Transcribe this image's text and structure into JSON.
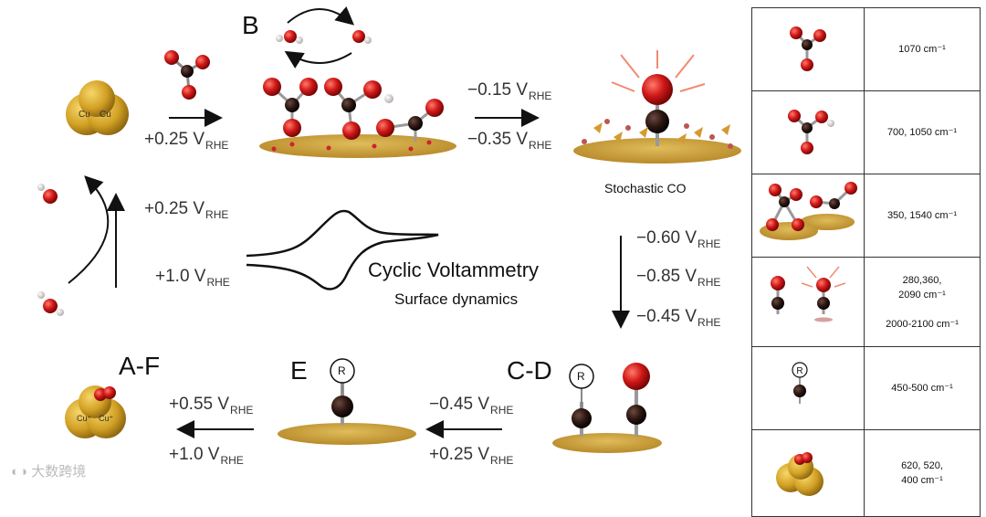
{
  "stages": {
    "b": "B",
    "cd": "C-D",
    "e": "E",
    "af": "A-F"
  },
  "potentials": {
    "top_left_arrow": {
      "value": "+0.25 V",
      "sub": "RHE"
    },
    "top_right_1": {
      "value": "−0.15 V",
      "sub": "RHE"
    },
    "top_right_2": {
      "value": "−0.35 V",
      "sub": "RHE"
    },
    "mid_upper": {
      "value": "+0.25 V",
      "sub": "RHE"
    },
    "mid_lower": {
      "value": "+1.0 V",
      "sub": "RHE"
    },
    "right_1": {
      "value": "−0.60 V",
      "sub": "RHE"
    },
    "right_2": {
      "value": "−0.85 V",
      "sub": "RHE"
    },
    "right_3": {
      "value": "−0.45 V",
      "sub": "RHE"
    },
    "bottom_cd_1": {
      "value": "−0.45 V",
      "sub": "RHE"
    },
    "bottom_cd_2": {
      "value": "+0.25 V",
      "sub": "RHE"
    },
    "bottom_ea_1": {
      "value": "+0.55 V",
      "sub": "RHE"
    },
    "bottom_ea_2": {
      "value": "+1.0 V",
      "sub": "RHE"
    }
  },
  "labels": {
    "stochastic_co": "Stochastic CO",
    "cv_title": "Cyclic Voltammetry",
    "cv_subtitle": "Surface dynamics",
    "cu": "Cu",
    "cu_plus": "Cu⁺",
    "r": "R"
  },
  "ir_table": [
    {
      "value": "1070 cm⁻¹"
    },
    {
      "value": "700, 1050 cm⁻¹"
    },
    {
      "value": "350, 1540 cm⁻¹"
    },
    {
      "value": "280,360,\n2090 cm⁻¹\n\n2000-2100 cm⁻¹"
    },
    {
      "value": "450-500 cm⁻¹"
    },
    {
      "value": "620, 520,\n400 cm⁻¹"
    }
  ],
  "watermark": "大数跨境",
  "colors": {
    "oxygen": "#cc1a1a",
    "carbon": "#2a1a14",
    "hydrogen": "#f2eeee",
    "copper": "#d4a12a",
    "surface": "#c9a03c"
  }
}
